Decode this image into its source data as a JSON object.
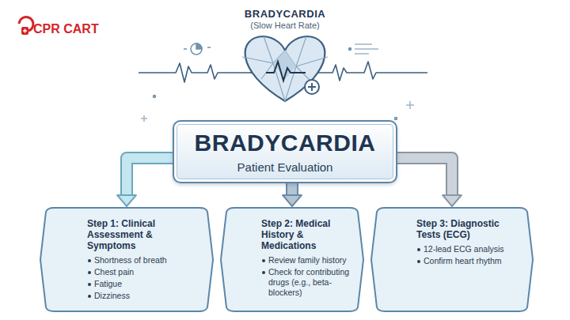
{
  "diagram": {
    "title": "BRADYCARDIA",
    "nodes": [
      {
        "text": [
          "BRADYCARDIA",
          "Patient Evaluation"
        ]
      },
      {
        "text": [
          "Step 1: Clinical Assessment & Symptoms",
          "Shortness of breath",
          "Chest pain",
          "Fatigue",
          "Dizziness"
        ]
      },
      {
        "text": [
          "Step 2: Medical History & Medications",
          "Review family history",
          "Check for contributing drugs (e.g., beta-blockers)"
        ]
      },
      {
        "text": [
          "Step 3: Diagnostic Tests (ECG)",
          "12-lead ECG analysis",
          "Confirm heart rhythm"
        ]
      }
    ],
    "edges": [
      {
        "from": 0,
        "to": 1,
        "arrow": "to"
      },
      {
        "from": 0,
        "to": 2,
        "arrow": "to"
      },
      {
        "from": 0,
        "to": 3,
        "arrow": "to"
      }
    ],
    "labels": [
      "(Slow Heart Rate)",
      "CPR CART"
    ]
  }
}
